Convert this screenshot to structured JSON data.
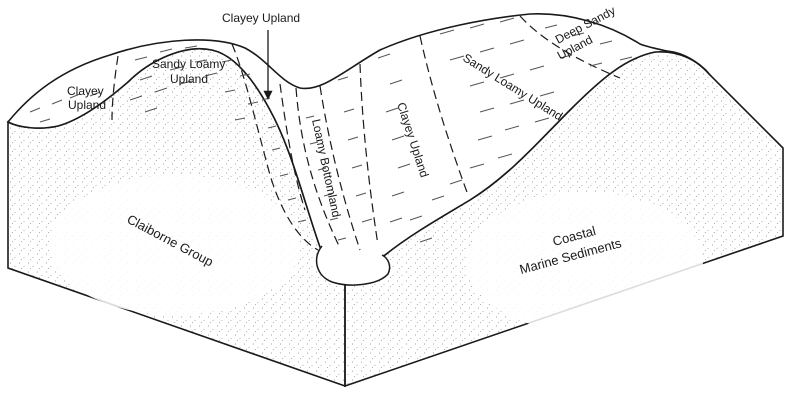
{
  "labels": {
    "clayey_upland_left": [
      "Clayey",
      "Upland"
    ],
    "sandy_loamy_upland_left": [
      "Sandy Loamy",
      "Upland"
    ],
    "clayey_upland_top": "Clayey Upland",
    "loamy_bottomland": "Loamy Bottomland",
    "clayey_upland_right": "Clayey Upland",
    "sandy_loamy_upland_right": "Sandy Loamy Upland",
    "deep_sandy_upland": [
      "Deep Sandy",
      "Upland"
    ],
    "claiborne_group": "Claiborne Group",
    "coastal_marine_sediments": [
      "Coastal",
      "Marine Sediments"
    ]
  },
  "colors": {
    "line": "#1a1a1a",
    "stipple": "#8a8a8a",
    "paper": "#ffffff"
  }
}
